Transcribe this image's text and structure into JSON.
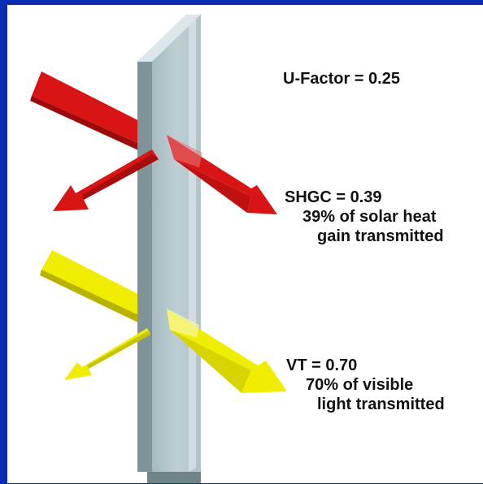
{
  "labels": {
    "u_factor": "U-Factor = 0.25",
    "shgc_title": "SHGC = 0.39",
    "shgc_line1": "39% of solar heat",
    "shgc_line2": "gain transmitted",
    "vt_title": "VT = 0.70",
    "vt_line1": "70% of visible",
    "vt_line2": "light transmitted"
  },
  "colors": {
    "border_blue": "#0b2bb0",
    "heat_arrow": "#d81414",
    "light_arrow": "#f0ee00",
    "glass": "#b9ccd0"
  },
  "icons": [
    "glass-pane",
    "heat-arrow",
    "light-arrow"
  ]
}
